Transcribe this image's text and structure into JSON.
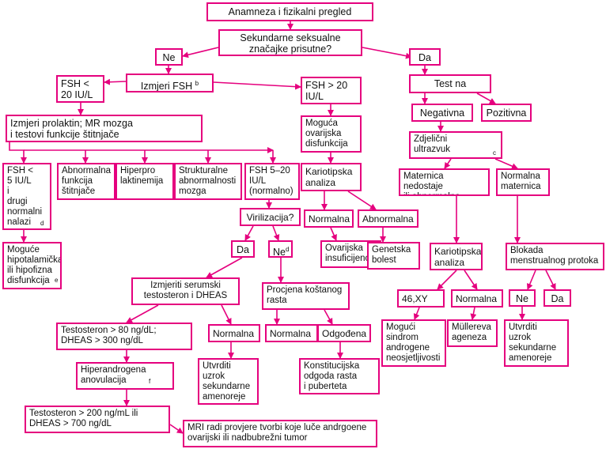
{
  "colors": {
    "accent": "#e5007e",
    "text": "#111111",
    "background": "#ffffff"
  },
  "nodes": {
    "n1": "Anamneza i fizikalni pregled",
    "n2": "Sekundarne seksualne\nznačajke prisutne?",
    "ne1": "Ne",
    "da1": "Da",
    "fsh_lt": "FSH <\n20 IU/L",
    "izmjeri_fsh": "Izmjeri FSH",
    "izmjeri_fsh_sup": "b",
    "fsh_gt": "FSH > 20\nIU/L",
    "test_trud": "Test na trudnoću",
    "negativna": "Negativna",
    "pozitivna": "Pozitivna",
    "prolaktin": "Izmjeri prolaktin; MR mozga\ni testovi funkcije štitnjače",
    "ovarijska": "Moguća\novarijska\ndisfunkcija",
    "uz": "Zdjelični\nultrazvuk",
    "uz_sup": "c",
    "fsh5": "FSH <\n5 IU/L\ni\ndrugi\nnormalni\nnalazi",
    "fsh5_sup": "d",
    "abn_funk": "Abnormalna\nfunkcija\nštitnjače",
    "hiperpro": "Hiperpro\nlaktinemija",
    "strukt": "Strukturalne\nabnormalnosti\nmozga",
    "fsh520": "FSH 5–20\nIU/L\n(normalno)",
    "kario1": "Kariotipska\nanaliza",
    "mat_ned": "Maternica nedostaje\nili abnormalna",
    "norm_mat": "Normalna\nmaternica",
    "viril": "Virilizacija?",
    "normalna_k1": "Normalna",
    "abnormalna_k1": "Abnormalna",
    "hipot": "Moguće\nhipotalamička\nili hipofizna\ndisfunkcija",
    "hipot_sup": "e",
    "da2": "Da",
    "ne2": "Ne",
    "ne2_sup": "d",
    "ovar_ins": "Ovarijska\ninsuficijencija",
    "genet": "Genetska\nbolest",
    "kario2": "Kariotipska\nanaliza",
    "blokada": "Blokada\nmenstrualnog protoka",
    "testost": "Izmjeriti serumski\ntestosteron i DHEAS",
    "procjena": "Procjena koštanog\nrasta",
    "k46": "46,XY",
    "normalna_k2": "Normalna",
    "ne3": "Ne",
    "da3": "Da",
    "t80": "Testosteron > 80 ng/dL;\nDHEAS > 300 ng/dL",
    "normalna_t": "Normalna",
    "normalna_p": "Normalna",
    "odgodena": "Odgođena",
    "sindrom": "Mogući\nsindrom\nandrogene\nneosjetljivosti",
    "muller": "Müllereva\nageneza",
    "utvrditi2": "Utvrditi\nuzrok\nsekundarne\namenoreje",
    "hiperand": "Hiperandrogena\nanovulacija",
    "hiperand_sup": "f",
    "utvrditi1": "Utvrditi\nuzrok\nsekundarne\namenoreje",
    "konstit": "Konstitucijska\nodgoda rasta\ni puberteta",
    "t200": "Testosteron > 200 ng/mL ili\nDHEAS > 700 ng/dL",
    "mri": "MRI radi provjere tvorbi koje luče andrgoene\novarijski ili nadbubrežni tumor"
  }
}
